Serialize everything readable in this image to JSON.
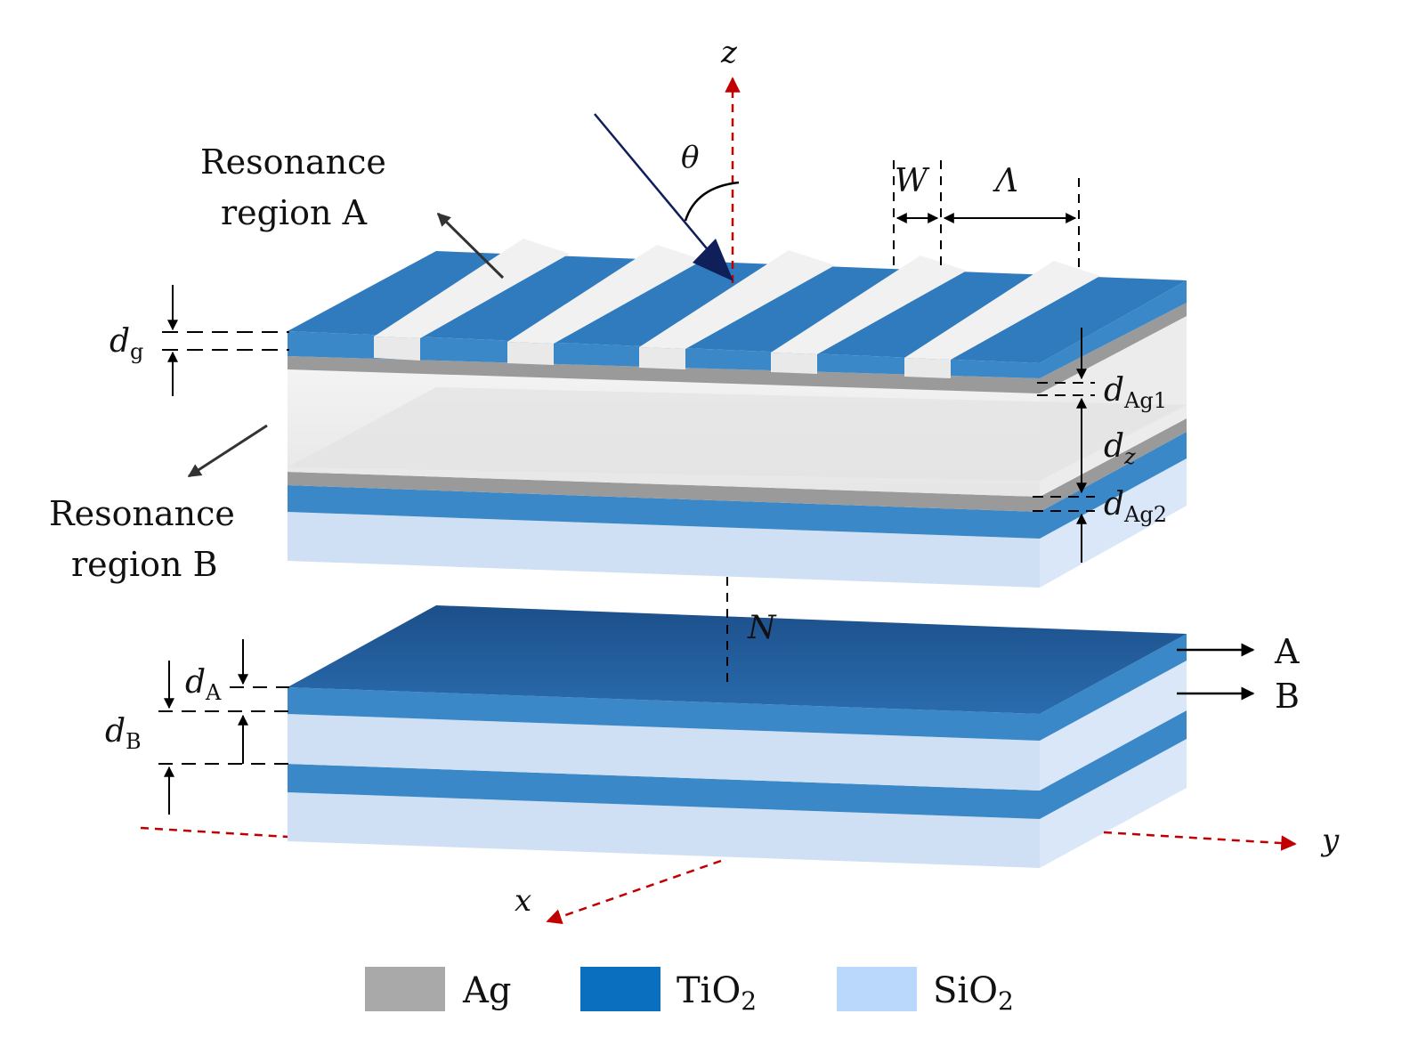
{
  "colors": {
    "ag": "#9a9a9a",
    "tio2": "#3a88c8",
    "tio2_dark": "#1f5a97",
    "sio2": "#cfe0f5",
    "legend_ag": "#a9a9a9",
    "legend_tio2": "#0b6fc0",
    "legend_sio2": "#b9d8fb",
    "axis_red": "#c00000",
    "incident": "#0e1f5a"
  },
  "labels": {
    "z": "z",
    "x": "x",
    "y": "y",
    "theta": "θ",
    "W": "W",
    "Lambda": "Λ",
    "N": "N",
    "resonance_a_line1": "Resonance",
    "resonance_a_line2": "region A",
    "resonance_b_line1": "Resonance",
    "resonance_b_line2": "region B",
    "dg_base": "d",
    "dg_sub": "g",
    "dag1_base": "d",
    "dag1_sub": "Ag1",
    "dz_base": "d",
    "dz_sub": "z",
    "dag2_base": "d",
    "dag2_sub": "Ag2",
    "da_base": "d",
    "da_sub": "A",
    "db_base": "d",
    "db_sub": "B",
    "port_a": "A",
    "port_b": "B"
  },
  "legend": {
    "ag": "Ag",
    "tio2_base": "TiO",
    "tio2_sub": "2",
    "sio2_base": "SiO",
    "sio2_sub": "2"
  }
}
